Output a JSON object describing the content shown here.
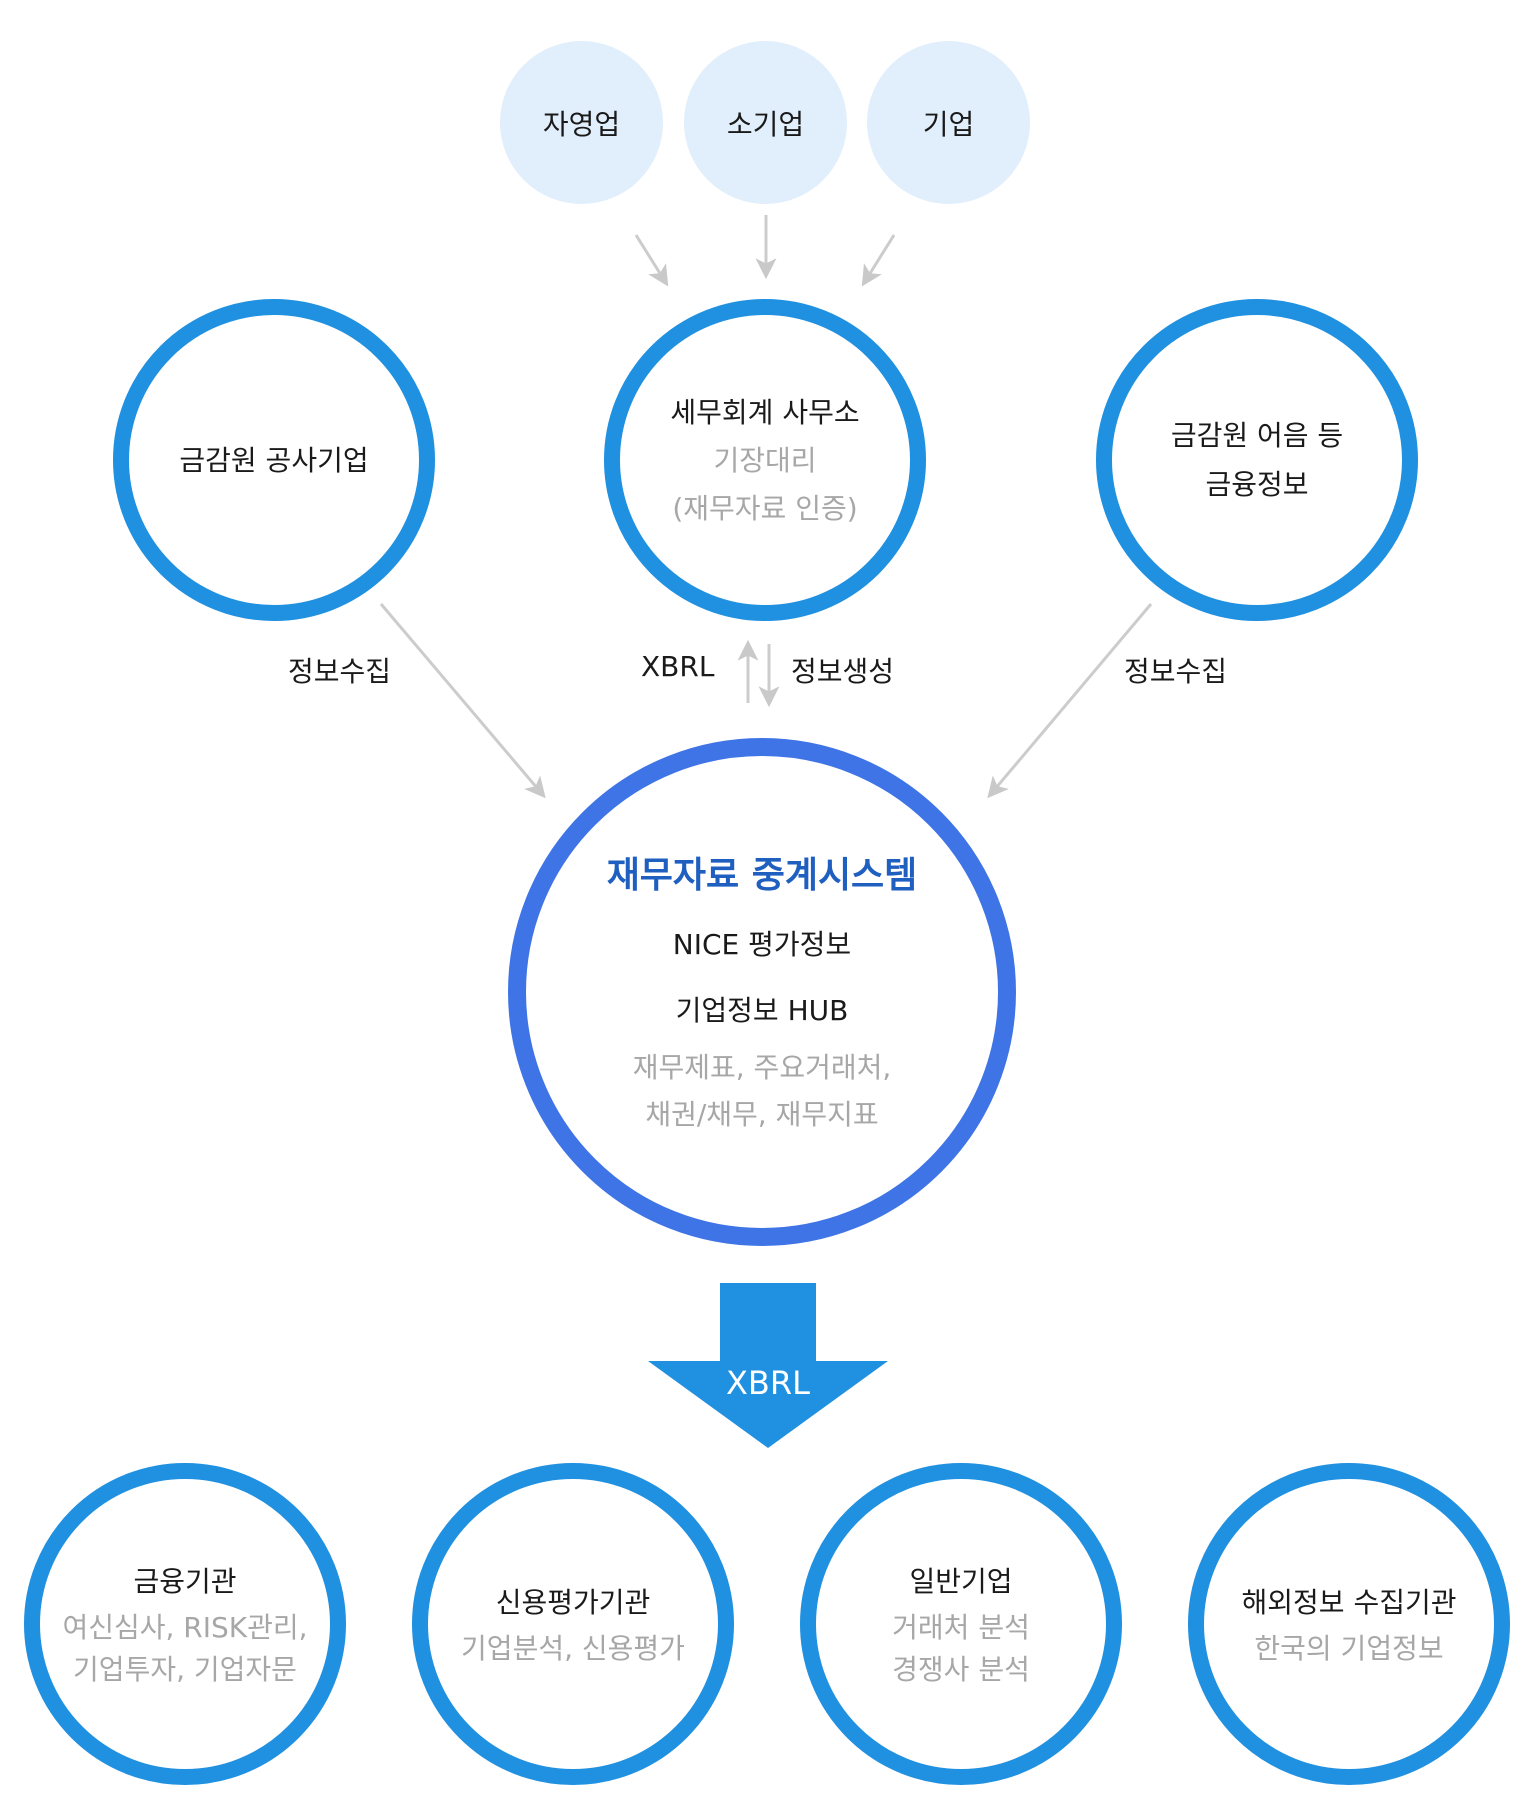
{
  "sources": [
    {
      "label": "자영업"
    },
    {
      "label": "소기업"
    },
    {
      "label": "기업"
    }
  ],
  "nodes": {
    "left": {
      "title": "금감원 공사기업"
    },
    "center": {
      "title": "세무회계 사무소",
      "sub1": "기장대리",
      "sub2": "(재무자료 인증)"
    },
    "right": {
      "title1": "금감원 어음 등",
      "title2": "금융정보"
    }
  },
  "edge_labels": {
    "left": "정보수집",
    "center_up": "XBRL",
    "center_down": "정보생성",
    "right": "정보수집"
  },
  "hub": {
    "title": "재무자료 중계시스템",
    "line1": "NICE 평가정보",
    "line2": "기업정보 HUB",
    "sub1": "재무제표, 주요거래처,",
    "sub2": "채권/채무, 재무지표"
  },
  "output_arrow": {
    "label": "XBRL"
  },
  "consumers": [
    {
      "title": "금융기관",
      "sub1": "여신심사, RISK관리,",
      "sub2": "기업투자, 기업자문"
    },
    {
      "title": "신용평가기관",
      "sub1": "기업분석, 신용평가"
    },
    {
      "title": "일반기업",
      "sub1": "거래처 분석",
      "sub2": "경쟁사 분석"
    },
    {
      "title": "해외정보 수집기관",
      "sub1": "한국의 기업정보"
    }
  ],
  "colors": {
    "source_fill": "#e1eefb",
    "node_border": "#2090e0",
    "hub_border": "#3f74e6",
    "hub_title": "#1f5fc0",
    "arrow_gray": "#cccccc",
    "output_arrow": "#2090e0"
  }
}
